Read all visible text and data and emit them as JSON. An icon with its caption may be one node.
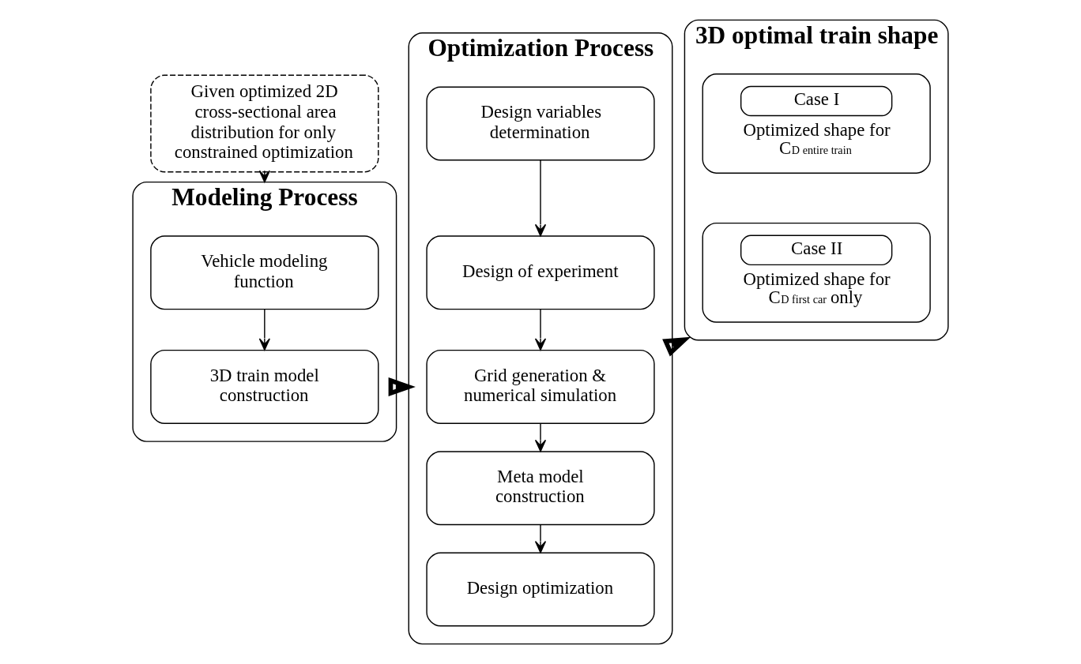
{
  "diagram": {
    "nodes": [
      {
        "text": [
          "Given optimized 2D cross-sectional area distribution for only constrained optimization"
        ]
      },
      {
        "text": [
          "Modeling Process"
        ]
      },
      {
        "text": [
          "Vehicle modeling function"
        ],
        "in": 1
      },
      {
        "text": [
          "3D train model construction"
        ],
        "in": 1
      },
      {
        "text": [
          "Optimization Process"
        ]
      },
      {
        "text": [
          "Design variables determination"
        ],
        "in": 4
      },
      {
        "text": [
          "Design of experiment"
        ],
        "in": 4
      },
      {
        "text": [
          "Grid generation & numerical simulation"
        ],
        "in": 4
      },
      {
        "text": [
          "Meta model construction"
        ],
        "in": 4
      },
      {
        "text": [
          "Design optimization"
        ],
        "in": 4
      },
      {
        "text": [
          "3D optimal train shape"
        ]
      },
      {
        "text": [
          "Case I",
          "Optimized shape for C$_{D entire train}$"
        ],
        "in": 10
      },
      {
        "text": [
          "Case II",
          "Optimized shape for C$_{D first car}$ only"
        ],
        "in": 10
      }
    ],
    "edges": [
      {
        "from": 0,
        "to": 1,
        "arrow": "to"
      },
      {
        "from": 2,
        "to": 3,
        "arrow": "to"
      },
      {
        "from": 5,
        "to": 6,
        "arrow": "to"
      },
      {
        "from": 6,
        "to": 7,
        "arrow": "to"
      },
      {
        "from": 7,
        "to": 8,
        "arrow": "to"
      },
      {
        "from": 8,
        "to": 9,
        "arrow": "to"
      },
      {
        "from": 1,
        "to": 4,
        "arrow": "to",
        "style": "thick"
      },
      {
        "from": 4,
        "to": 10,
        "arrow": "to",
        "style": "thick"
      }
    ]
  }
}
